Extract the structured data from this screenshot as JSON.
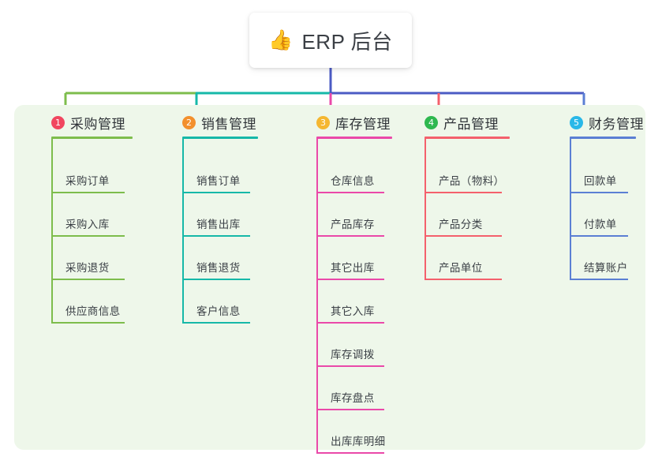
{
  "root": {
    "icon": "thumbs-up-icon",
    "emoji": "👍",
    "title": "ERP 后台"
  },
  "theme": {
    "page_bg": "#ffffff",
    "panel_bg": "#eef7ea",
    "card_bg": "#ffffff",
    "title_color": "#3b3f45",
    "stem_color": "#4b5bc4"
  },
  "columns": [
    {
      "index": "1",
      "title": "采购管理",
      "badge_color": "#f1465f",
      "line_color": "#7dbd4c",
      "items": [
        {
          "label": "采购订单"
        },
        {
          "label": "采购入库"
        },
        {
          "label": "采购退货"
        },
        {
          "label": "供应商信息"
        }
      ]
    },
    {
      "index": "2",
      "title": "销售管理",
      "badge_color": "#f3902d",
      "line_color": "#16b8a8",
      "items": [
        {
          "label": "销售订单"
        },
        {
          "label": "销售出库"
        },
        {
          "label": "销售退货"
        },
        {
          "label": "客户信息"
        }
      ]
    },
    {
      "index": "3",
      "title": "库存管理",
      "badge_color": "#f5b731",
      "line_color": "#ea49a9",
      "items": [
        {
          "label": "仓库信息"
        },
        {
          "label": "产品库存"
        },
        {
          "label": "其它出库"
        },
        {
          "label": "其它入库"
        },
        {
          "label": "库存调拨"
        },
        {
          "label": "库存盘点"
        },
        {
          "label": "出库库明细"
        }
      ]
    },
    {
      "index": "4",
      "title": "产品管理",
      "badge_color": "#2eb84f",
      "line_color": "#f4606c",
      "items": [
        {
          "label": "产品（物料）"
        },
        {
          "label": "产品分类"
        },
        {
          "label": "产品单位"
        }
      ]
    },
    {
      "index": "5",
      "title": "财务管理",
      "badge_color": "#29b8e8",
      "line_color": "#5b7fd4",
      "items": [
        {
          "label": "回款单"
        },
        {
          "label": "付款单"
        },
        {
          "label": "结算账户"
        }
      ]
    }
  ]
}
